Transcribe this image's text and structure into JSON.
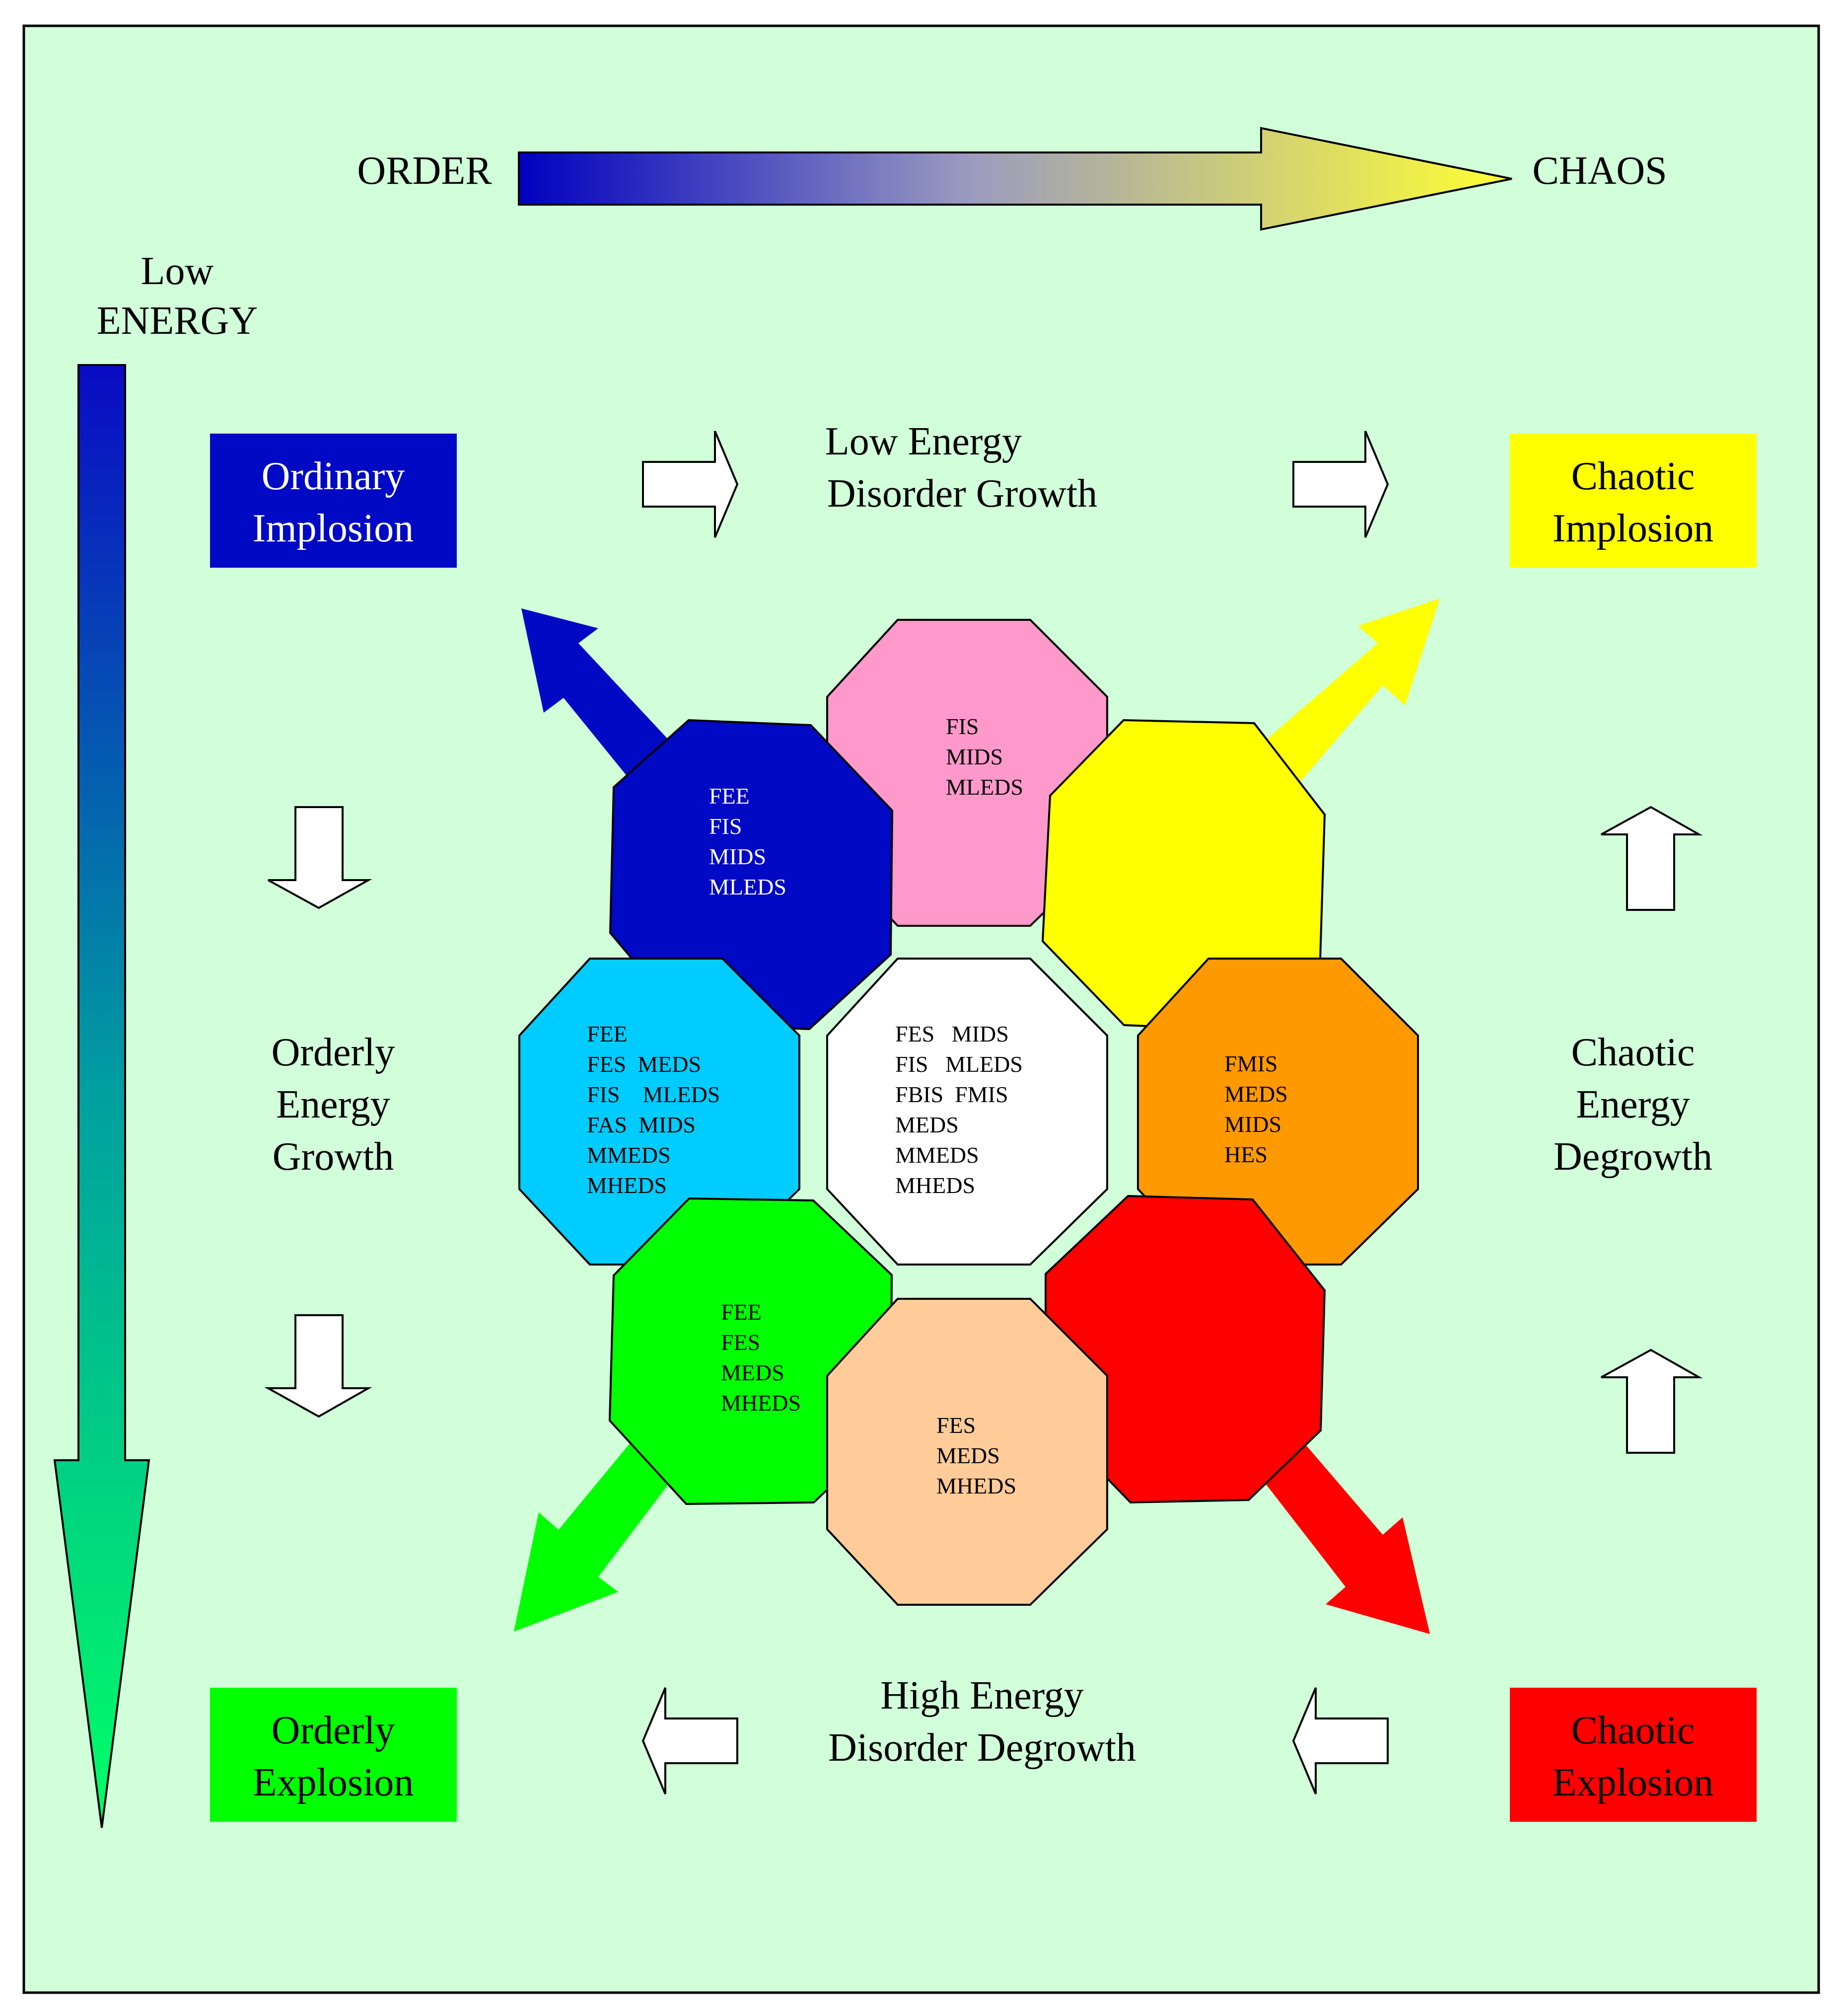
{
  "colors": {
    "background": "#d1ffd9",
    "border": "#000000",
    "ordinary_implosion": "#0009c4",
    "chaotic_implosion": "#ffff00",
    "orderly_explosion": "#00ff00",
    "chaotic_explosion": "#ff0000",
    "oct_top": "#ff99cc",
    "oct_top_left": "#0009c4",
    "oct_top_right": "#ffff00",
    "oct_left": "#00ccff",
    "oct_center": "#ffffff",
    "oct_right": "#ff9900",
    "oct_bottom_left": "#00ff00",
    "oct_bottom": "#ffcc99",
    "oct_bottom_right": "#ff0000"
  },
  "axis": {
    "order_label": "ORDER",
    "chaos_label": "CHAOS",
    "energy_low": "Low",
    "energy_label": "ENERGY"
  },
  "corners": {
    "ordinary_implosion": [
      "Ordinary",
      "Implosion"
    ],
    "chaotic_implosion": [
      "Chaotic",
      "Implosion"
    ],
    "orderly_explosion": [
      "Orderly",
      "Explosion"
    ],
    "chaotic_explosion": [
      "Chaotic",
      "Explosion"
    ]
  },
  "transitions": {
    "top": [
      "Low Energy",
      "Disorder Growth"
    ],
    "bottom": [
      "High Energy",
      "Disorder Degrowth"
    ],
    "left": [
      "Orderly",
      "Energy",
      "Growth"
    ],
    "right": [
      "Chaotic",
      "Energy",
      "Degrowth"
    ]
  },
  "octagons": {
    "top": [
      "FIS",
      "MIDS",
      "MLEDS"
    ],
    "top_left": [
      "FEE",
      "FIS",
      "MIDS",
      "MLEDS"
    ],
    "top_right": [],
    "left": [
      "FEE",
      "FES  MEDS",
      "FIS    MLEDS",
      "FAS  MIDS",
      "MMEDS",
      "MHEDS"
    ],
    "center": [
      "FES   MIDS",
      "FIS   MLEDS",
      "FBIS  FMIS",
      "MEDS",
      "MMEDS",
      "MHEDS"
    ],
    "right": [
      "FMIS",
      "MEDS",
      "MIDS",
      "HES"
    ],
    "bottom_left": [
      "FEE",
      "FES",
      "MEDS",
      "MHEDS"
    ],
    "bottom": [
      "FES",
      "MEDS",
      "MHEDS"
    ],
    "bottom_right": []
  }
}
